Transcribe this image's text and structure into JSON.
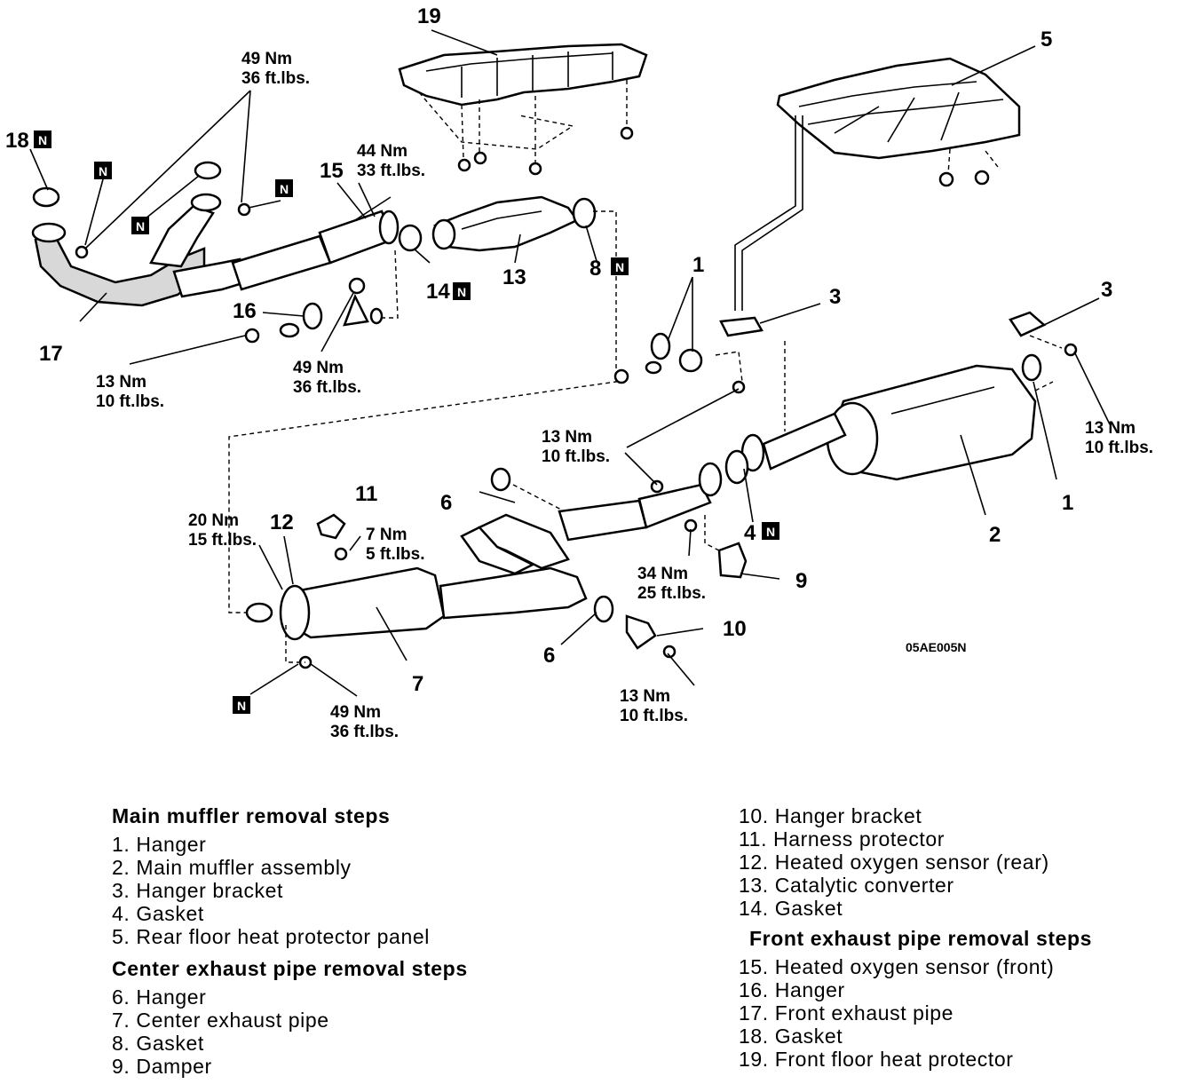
{
  "callouts": {
    "c1a": "1",
    "c1b": "1",
    "c2": "2",
    "c3a": "3",
    "c3b": "3",
    "c4": "4",
    "c5": "5",
    "c6a": "6",
    "c6b": "6",
    "c7": "7",
    "c8": "8",
    "c9": "9",
    "c10": "10",
    "c11": "11",
    "c12": "12",
    "c13": "13",
    "c14": "14",
    "c15": "15",
    "c16": "16",
    "c17": "17",
    "c18": "18",
    "c19": "19"
  },
  "n_mark": "N",
  "torques": [
    {
      "nm": "49 Nm",
      "ft": "36 ft.lbs."
    },
    {
      "nm": "44 Nm",
      "ft": "33 ft.lbs."
    },
    {
      "nm": "13 Nm",
      "ft": "10 ft.lbs."
    },
    {
      "nm": "49 Nm",
      "ft": "36 ft.lbs."
    },
    {
      "nm": "13 Nm",
      "ft": "10 ft.lbs."
    },
    {
      "nm": "13 Nm",
      "ft": "10 ft.lbs."
    },
    {
      "nm": "20 Nm",
      "ft": "15 ft.lbs."
    },
    {
      "nm": "7 Nm",
      "ft": "5 ft.lbs."
    },
    {
      "nm": "34 Nm",
      "ft": "25 ft.lbs."
    },
    {
      "nm": "13 Nm",
      "ft": "10 ft.lbs."
    },
    {
      "nm": "49 Nm",
      "ft": "36 ft.lbs."
    }
  ],
  "figure_code": "05AE005N",
  "legend": {
    "main_heading": "Main muffler removal steps",
    "main_items": [
      "1. Hanger",
      "2. Main muffler assembly",
      "3. Hanger bracket",
      "4. Gasket",
      "5. Rear floor heat protector panel"
    ],
    "center_heading": "Center exhaust pipe removal steps",
    "center_items": [
      "6. Hanger",
      "7. Center exhaust pipe",
      "8. Gasket",
      "9. Damper"
    ],
    "center_items_cont": [
      "10. Hanger bracket",
      "11. Harness protector",
      "12. Heated oxygen sensor (rear)",
      "13. Catalytic converter",
      "14. Gasket"
    ],
    "front_heading": "Front exhaust pipe removal steps",
    "front_items": [
      "15. Heated oxygen sensor (front)",
      "16. Hanger",
      "17. Front exhaust pipe",
      "18. Gasket",
      "19. Front floor heat protector"
    ]
  }
}
